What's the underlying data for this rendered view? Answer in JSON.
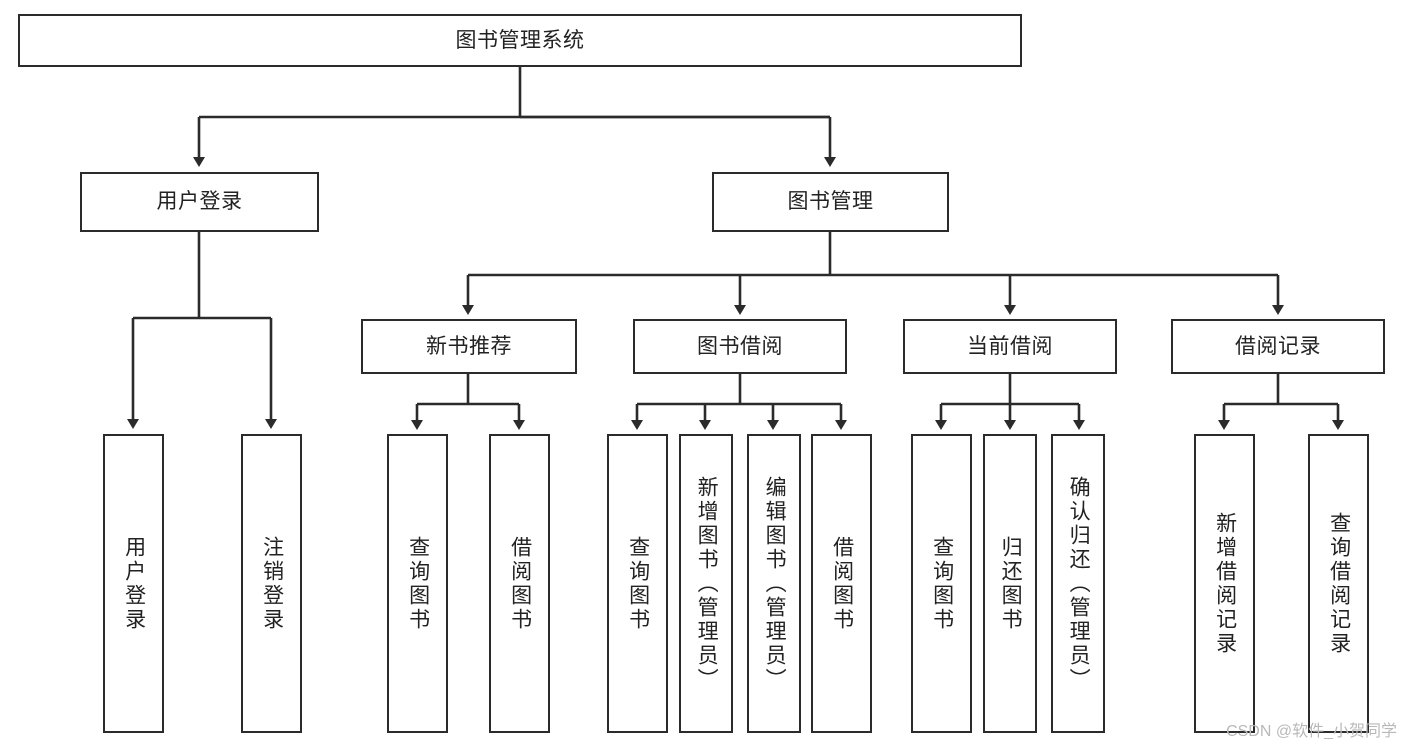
{
  "diagram": {
    "type": "tree",
    "title": "图书管理系统",
    "background_color": "#ffffff",
    "line_color": "#2b2b2b",
    "text_color": "#222222",
    "root": {
      "label": "图书管理系统"
    },
    "level2": [
      {
        "label": "用户登录"
      },
      {
        "label": "图书管理"
      }
    ],
    "level3": [
      {
        "label": "新书推荐"
      },
      {
        "label": "图书借阅"
      },
      {
        "label": "当前借阅"
      },
      {
        "label": "借阅记录"
      }
    ],
    "leaves": {
      "user_login": [
        {
          "label": "用户登录"
        },
        {
          "label": "注销登录"
        }
      ],
      "new_book_recommend": [
        {
          "label": "查询图书"
        },
        {
          "label": "借阅图书"
        }
      ],
      "book_borrow": [
        {
          "label": "查询图书"
        },
        {
          "label": "新增图书（管理员）"
        },
        {
          "label": "编辑图书（管理员）"
        },
        {
          "label": "借阅图书"
        }
      ],
      "current_borrow": [
        {
          "label": "查询图书"
        },
        {
          "label": "归还图书"
        },
        {
          "label": "确认归还（管理员）"
        }
      ],
      "borrow_record": [
        {
          "label": "新增借阅记录"
        },
        {
          "label": "查询借阅记录"
        }
      ]
    }
  },
  "watermark": {
    "text": "CSDN @软件_小贺同学"
  }
}
